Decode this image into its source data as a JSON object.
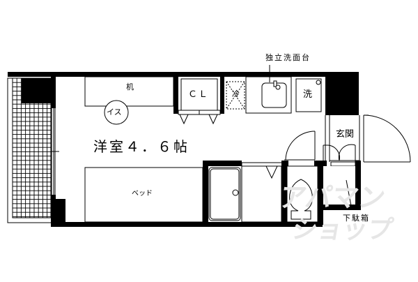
{
  "floor_plan": {
    "main_room": {
      "label": "洋室４．６帖",
      "type": "洋室",
      "size_jo": 4.6
    },
    "furniture": {
      "desk": "机",
      "chair": "イス",
      "bed": "ベッド",
      "closet": "ＣＬ",
      "fridge": "冷",
      "washer": "洗"
    },
    "callouts": {
      "vanity": "独立洗面台",
      "shoe_cabinet": "下駄箱"
    },
    "rooms": {
      "entrance": "玄関"
    },
    "watermark": {
      "line1": "アパマン",
      "line2": "ショップ"
    }
  }
}
